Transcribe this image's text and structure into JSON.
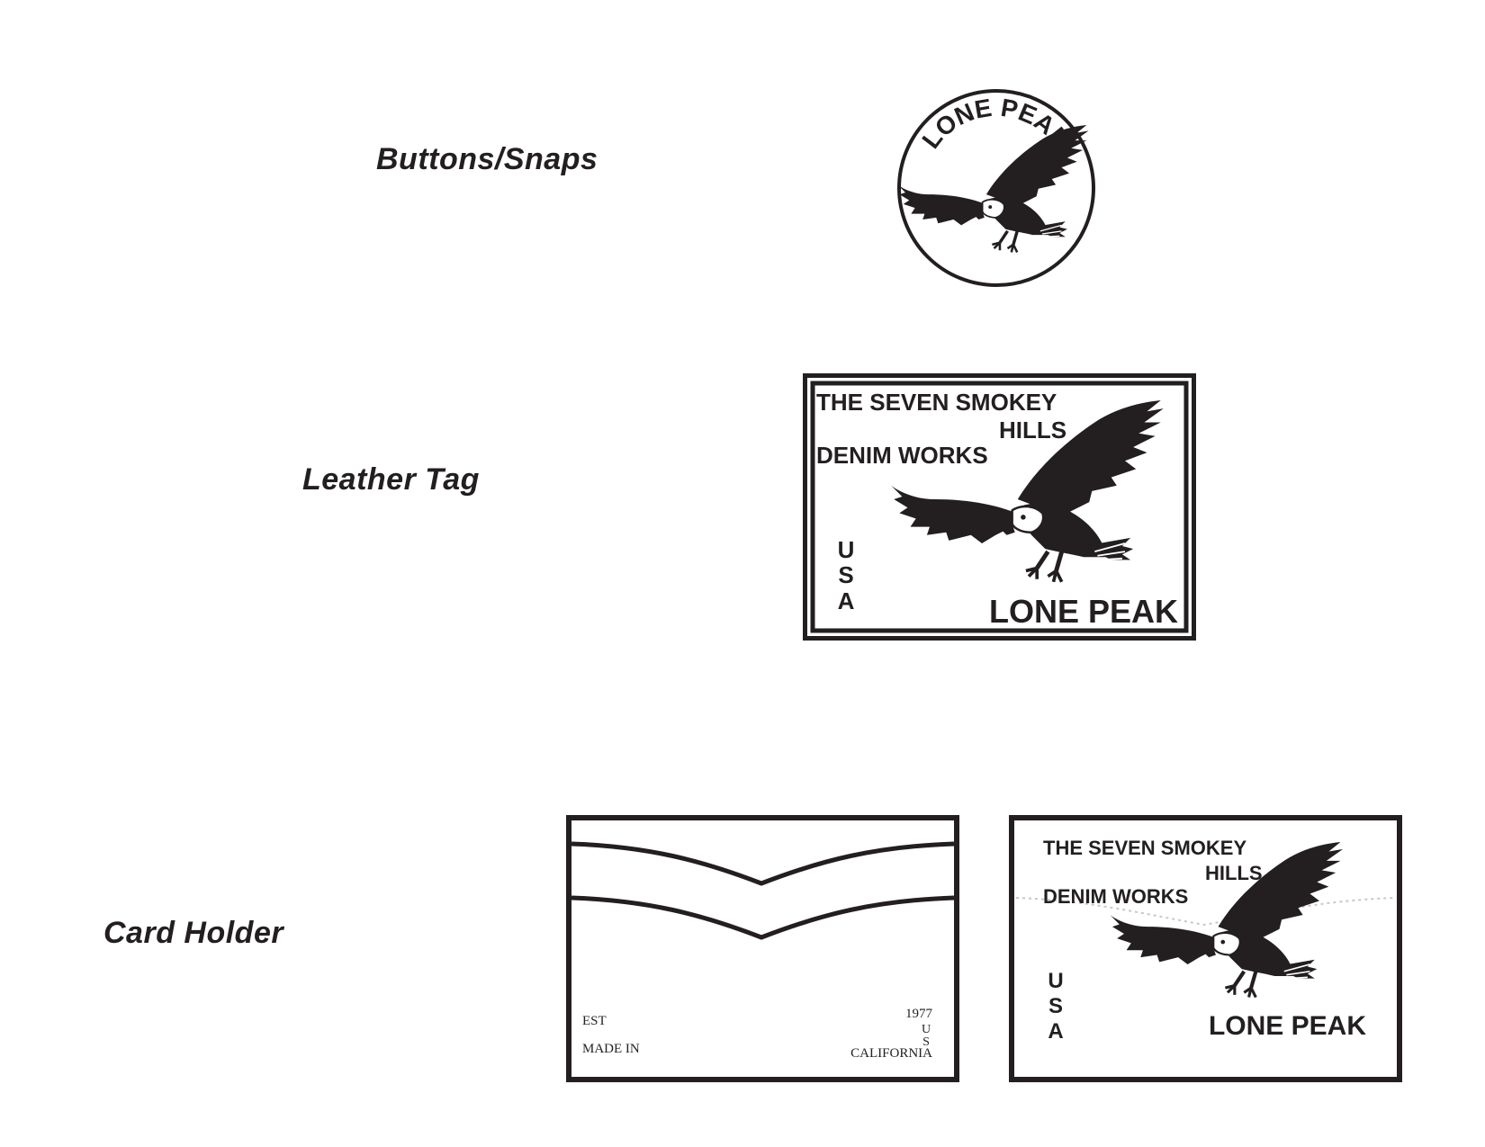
{
  "sections": {
    "buttons_label": "Buttons/Snaps",
    "leather_tag_label": "Leather Tag",
    "card_holder_label": "Card Holder"
  },
  "snap": {
    "arc_text": "LONE PEAK",
    "icon": "eagle-icon"
  },
  "leather_tag": {
    "line1": "THE SEVEN SMOKEY",
    "line2": "HILLS",
    "line3": "DENIM WORKS",
    "usa": [
      "U",
      "S",
      "A"
    ],
    "brand": "LONE PEAK",
    "icon": "eagle-icon"
  },
  "card_holder_front": {
    "est_label": "EST",
    "made_in_label": "MADE IN",
    "year": "1977",
    "us": [
      "U",
      "S"
    ],
    "state": "CALIFORNIA"
  },
  "card_holder_back": {
    "line1": "THE SEVEN SMOKEY",
    "line2": "HILLS",
    "line3": "DENIM WORKS",
    "usa": [
      "U",
      "S",
      "A"
    ],
    "brand": "LONE PEAK",
    "icon": "eagle-icon"
  },
  "colors": {
    "ink": "#231f20",
    "background": "#ffffff"
  }
}
